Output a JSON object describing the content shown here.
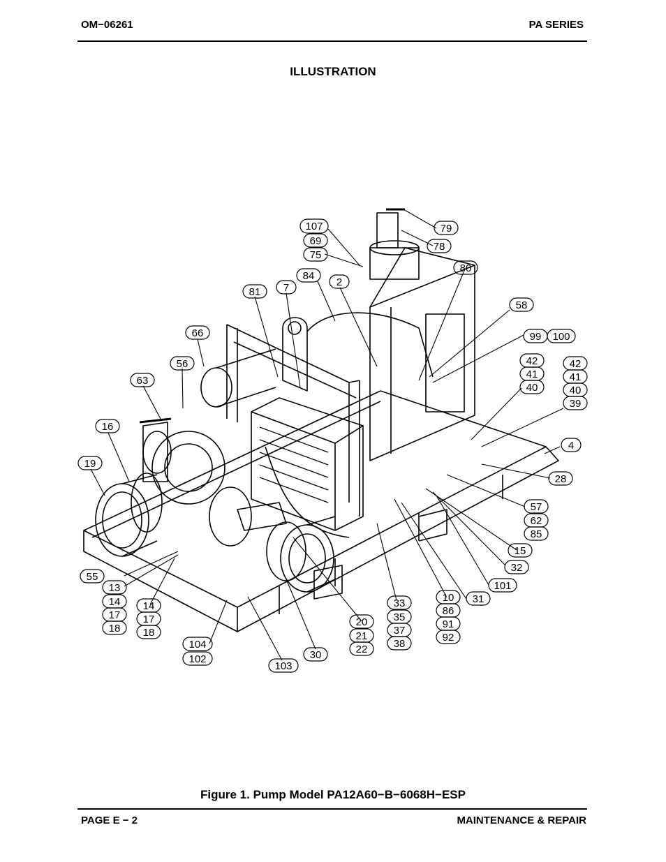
{
  "header": {
    "doc_number": "OM−06261",
    "series": "PA SERIES"
  },
  "section_title": "ILLUSTRATION",
  "figure_caption": "Figure 1. Pump Model PA12A60−B−6068H−ESP",
  "footer": {
    "page": "PAGE E − 2",
    "section": "MAINTENANCE & REPAIR"
  },
  "callouts": [
    "107",
    "69",
    "75",
    "79",
    "78",
    "80",
    "84",
    "2",
    "81",
    "7",
    "58",
    "99",
    "100",
    "66",
    "42",
    "41",
    "40",
    "42",
    "41",
    "40",
    "39",
    "56",
    "63",
    "16",
    "4",
    "19",
    "28",
    "57",
    "62",
    "85",
    "15",
    "32",
    "101",
    "55",
    "13",
    "14",
    "17",
    "18",
    "14",
    "17",
    "18",
    "33",
    "35",
    "37",
    "38",
    "10",
    "86",
    "91",
    "92",
    "31",
    "20",
    "21",
    "22",
    "30",
    "104",
    "102",
    "103"
  ]
}
